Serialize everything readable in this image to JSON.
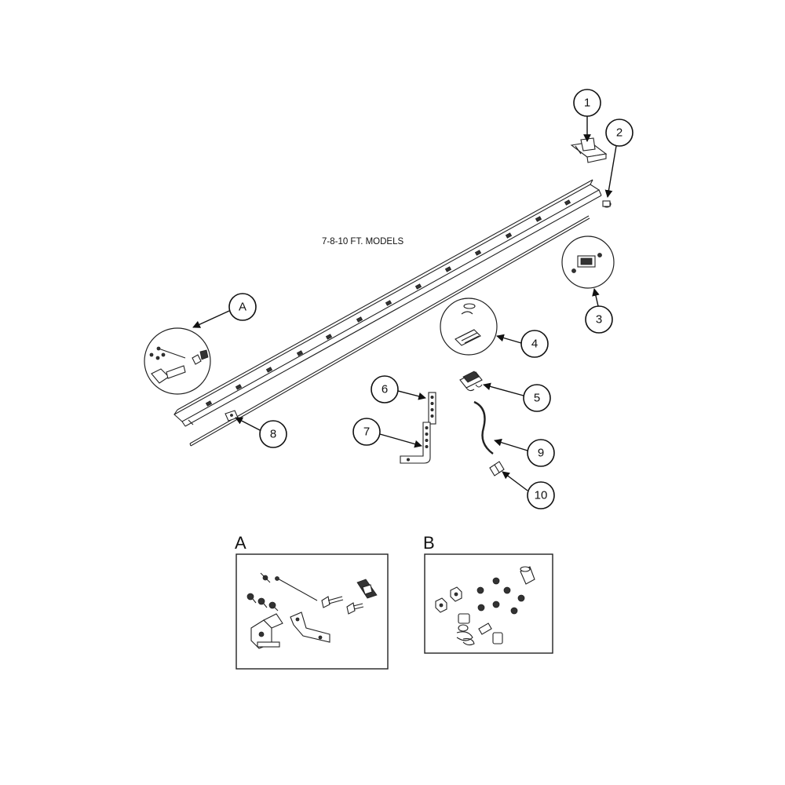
{
  "model_label": "7-8-10 FT. MODELS",
  "callouts": [
    {
      "id": "callout-1",
      "label": "1"
    },
    {
      "id": "callout-2",
      "label": "2"
    },
    {
      "id": "callout-3",
      "label": "3"
    },
    {
      "id": "callout-4",
      "label": "4"
    },
    {
      "id": "callout-5",
      "label": "5"
    },
    {
      "id": "callout-6",
      "label": "6"
    },
    {
      "id": "callout-7",
      "label": "7"
    },
    {
      "id": "callout-8",
      "label": "8"
    },
    {
      "id": "callout-9",
      "label": "9"
    },
    {
      "id": "callout-10",
      "label": "10"
    },
    {
      "id": "callout-a",
      "label": "A"
    }
  ],
  "kits": {
    "a_label": "A",
    "b_label": "B"
  }
}
